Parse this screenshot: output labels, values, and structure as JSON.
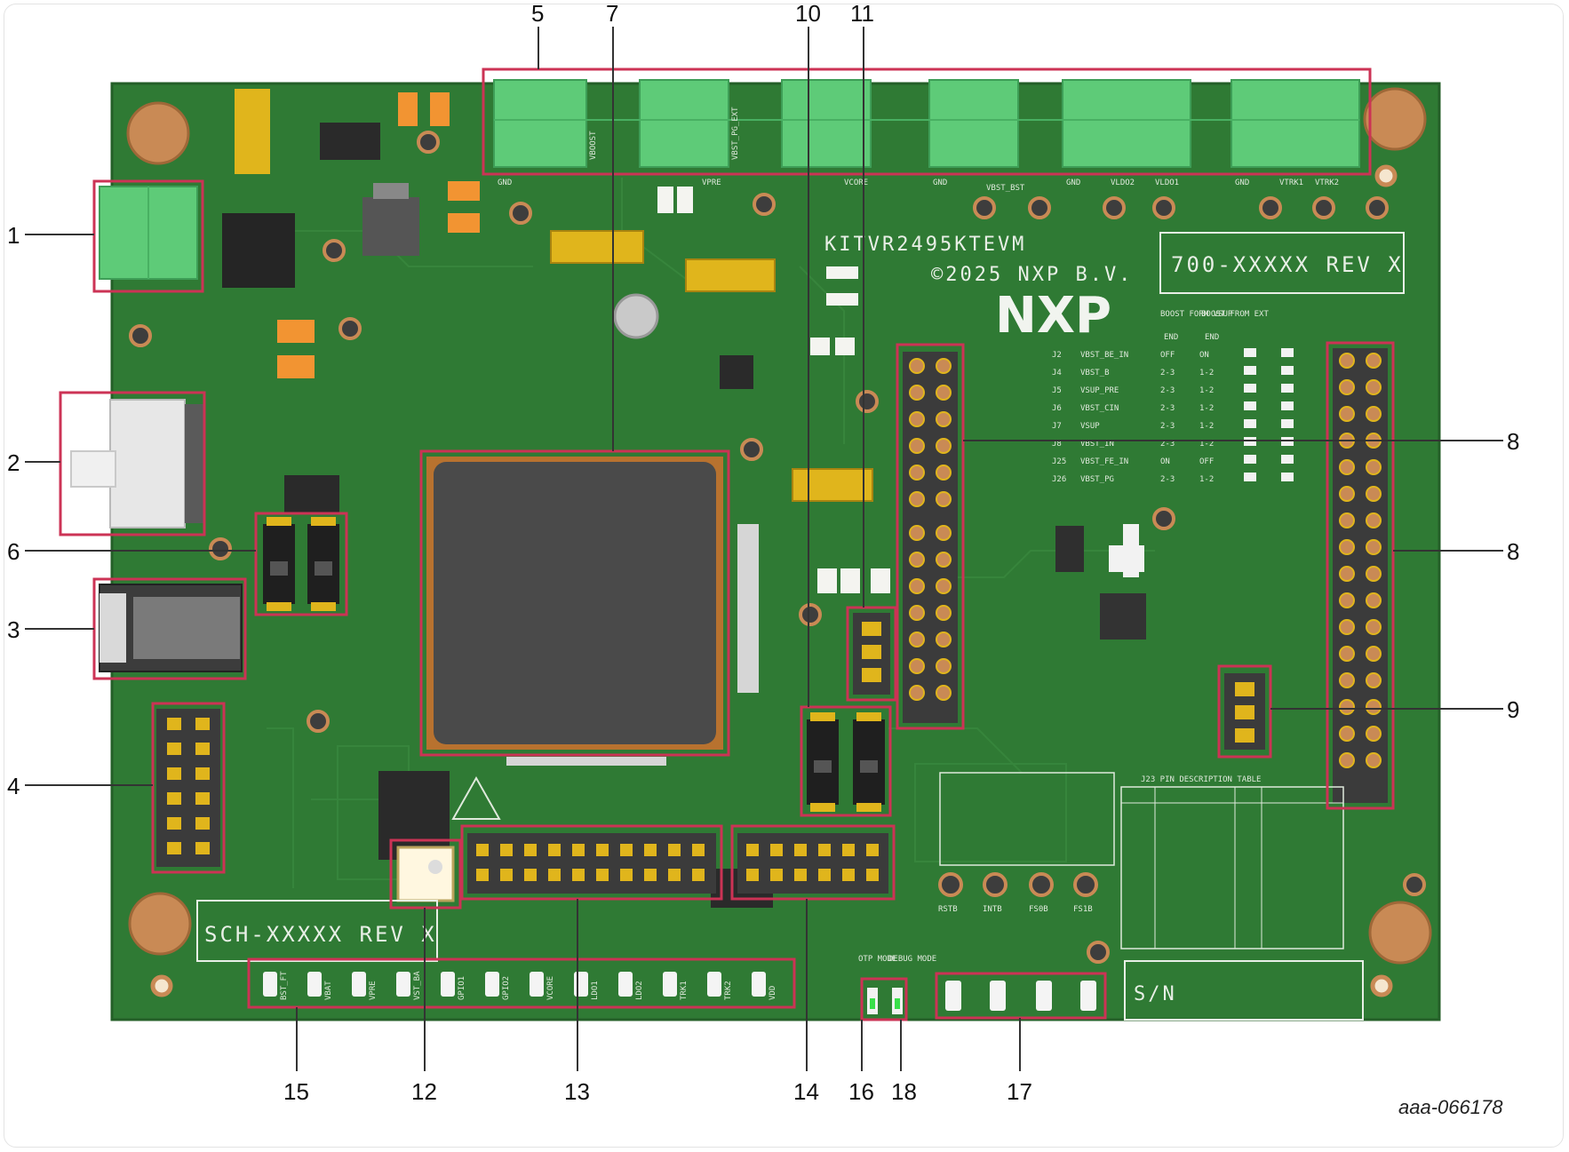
{
  "colors": {
    "pcb": "#2f7a34",
    "pcb_dark": "#245f28",
    "callout": "#cc3355",
    "terminal": "#5ecb78",
    "jumper": "#e0b51c",
    "chip": "#4a4a4a",
    "chip_edge": "#b8722f",
    "mount_hole": "#c98a55"
  },
  "board": {
    "name": "KITVR2495KTEVM",
    "copyright": "©2025 NXP B.V.",
    "part_number": "700-XXXXX REV X",
    "schematic": "SCH-XXXXX REV X",
    "serial": "S/N",
    "logo": "NXP"
  },
  "callouts": [
    "1",
    "2",
    "3",
    "4",
    "5",
    "6",
    "7",
    "8",
    "8",
    "9",
    "10",
    "11",
    "12",
    "13",
    "14",
    "15",
    "16",
    "17",
    "18"
  ],
  "silkscreen": {
    "top_terminals": [
      "GND",
      "VBOOST",
      "VBST_PG_EXT",
      "VPRE",
      "VCORE",
      "GND",
      "VBST_BST",
      "GND",
      "VLDO2",
      "VLDO1",
      "GND",
      "VTRK1",
      "VTRK2"
    ],
    "jumper_table_header": [
      "BOOST FORM VSUP",
      "BOOST FROM EXT"
    ],
    "jumper_table_sub": [
      "END",
      "END"
    ],
    "jumper_table": [
      [
        "J2",
        "VBST_BE_IN",
        "OFF",
        "ON"
      ],
      [
        "J4",
        "VBST_B",
        "2-3",
        "1-2"
      ],
      [
        "J5",
        "VSUP_PRE",
        "2-3",
        "1-2"
      ],
      [
        "J6",
        "VBST_CIN",
        "2-3",
        "1-2"
      ],
      [
        "J7",
        "VSUP",
        "2-3",
        "1-2"
      ],
      [
        "J8",
        "VBST_IN",
        "2-3",
        "1-2"
      ],
      [
        "J25",
        "VBST_FE_IN",
        "ON",
        "OFF"
      ],
      [
        "J26",
        "VBST_PG",
        "2-3",
        "1-2"
      ]
    ],
    "pin_table_title": "J23 PIN DESCRIPTION TABLE",
    "test_points": [
      "RSTB",
      "INTB",
      "FS0B",
      "FS1B"
    ],
    "bottom_leds": [
      "BST_FT",
      "VBAT",
      "VPRE",
      "VST_BA",
      "GPIO1",
      "GPIO2",
      "VCORE",
      "LDO1",
      "LDO2",
      "TRK1",
      "TRK2",
      "VDD"
    ],
    "led_labels": [
      "OTP MODE",
      "DEBUG MODE"
    ],
    "figure_id": "aaa-066178"
  }
}
